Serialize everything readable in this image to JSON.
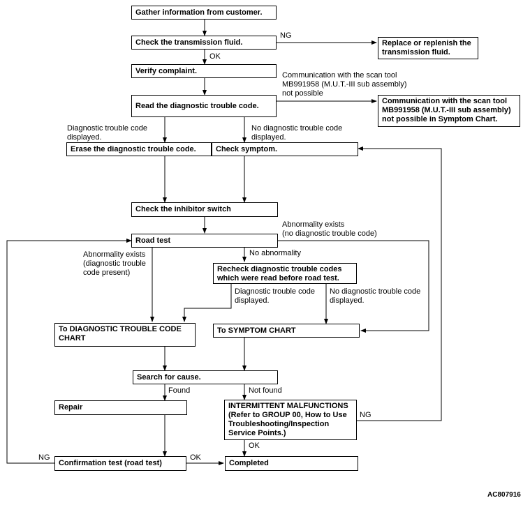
{
  "boxes": {
    "gather": "Gather information from customer.",
    "check_fluid": "Check the transmission fluid.",
    "replace": "Replace or replenish the\ntransmission fluid.",
    "verify": "Verify complaint.",
    "read_dtc": "Read the diagnostic trouble code.",
    "comm_chart": "Communication with the scan tool\nMB991958 (M.U.T.-III sub assembly)\nnot possible in Symptom Chart.",
    "erase": "Erase the diagnostic trouble code.",
    "check_symptom": "Check symptom.",
    "inhibitor": "Check the inhibitor switch",
    "road_test": "Road test",
    "recheck": "Recheck diagnostic trouble codes\nwhich were read before road test.",
    "dtc_chart": "To DIAGNOSTIC TROUBLE CODE\nCHART",
    "symptom_chart": "To SYMPTOM CHART",
    "search": "Search for cause.",
    "repair": "Repair",
    "intermittent": "INTERMITTENT MALFUNCTIONS\n(Refer to GROUP 00, How to Use\nTroubleshooting/Inspection\nService Points.)",
    "confirm": "Confirmation test (road test)",
    "completed": "Completed"
  },
  "labels": {
    "ng_fluid": "NG",
    "ok_fluid": "OK",
    "comm_not_possible": "Communication with the scan tool\nMB991958 (M.U.T.-III sub assembly)\nnot possible",
    "dtc_displayed_1": "Diagnostic trouble code\ndisplayed.",
    "no_dtc_displayed_1": "No diagnostic trouble code\ndisplayed.",
    "abn_no_dtc": "Abnormality exists\n(no diagnostic trouble code)",
    "abn_dtc_present": "Abnormality exists\n(diagnostic trouble\n code present)",
    "no_abnormality": "No abnormality",
    "dtc_displayed_2": "Diagnostic trouble code\ndisplayed.",
    "no_dtc_displayed_2": "No diagnostic trouble code\ndisplayed.",
    "found": "Found",
    "not_found": "Not found",
    "ng_intermittent": "NG",
    "ok_intermittent": "OK",
    "ng_confirm": "NG",
    "ok_confirm": "OK"
  },
  "figure_code": "AC807916"
}
